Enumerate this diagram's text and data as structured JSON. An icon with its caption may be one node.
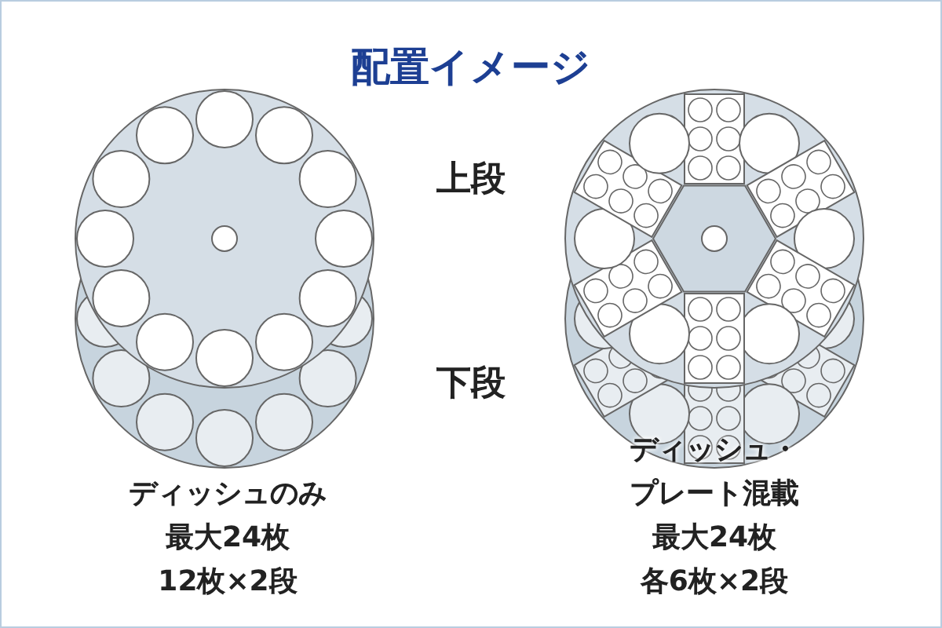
{
  "diagram": {
    "title": "配置イメージ",
    "labels": [
      "上段",
      "下段",
      "ディッシュのみ",
      "最大24枚",
      "12枚×2段",
      "ディッシュ・",
      "プレート混載",
      "最大24枚",
      "各6枚×2段"
    ]
  }
}
